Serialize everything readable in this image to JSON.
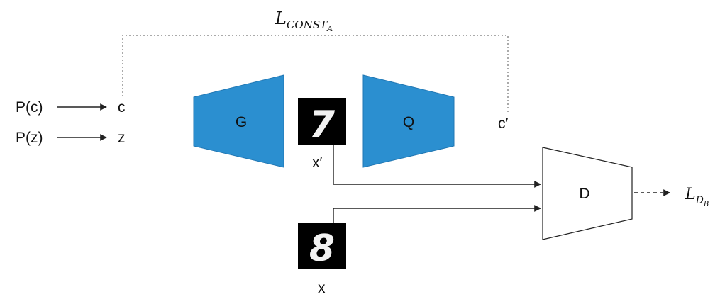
{
  "inputs": {
    "pc_label": "P(c)",
    "pz_label": "P(z)",
    "c_label": "c",
    "z_label": "z"
  },
  "loss_const": {
    "main": "L",
    "sub": "CONST",
    "subsub": "A"
  },
  "generator": {
    "label": "G"
  },
  "q_network": {
    "label": "Q"
  },
  "c_prime_label": "c′",
  "fake_sample": {
    "digit": "7",
    "label": "x′"
  },
  "real_sample": {
    "digit": "8",
    "label": "x"
  },
  "discriminator": {
    "label": "D"
  },
  "loss_d": {
    "main": "L",
    "sub": "D",
    "subsub": "B"
  },
  "colors": {
    "network_fill": "#2b8fd0",
    "network_stroke": "#2177b3",
    "line": "#222222",
    "dotted": "#555555",
    "image_bg": "#000000"
  }
}
